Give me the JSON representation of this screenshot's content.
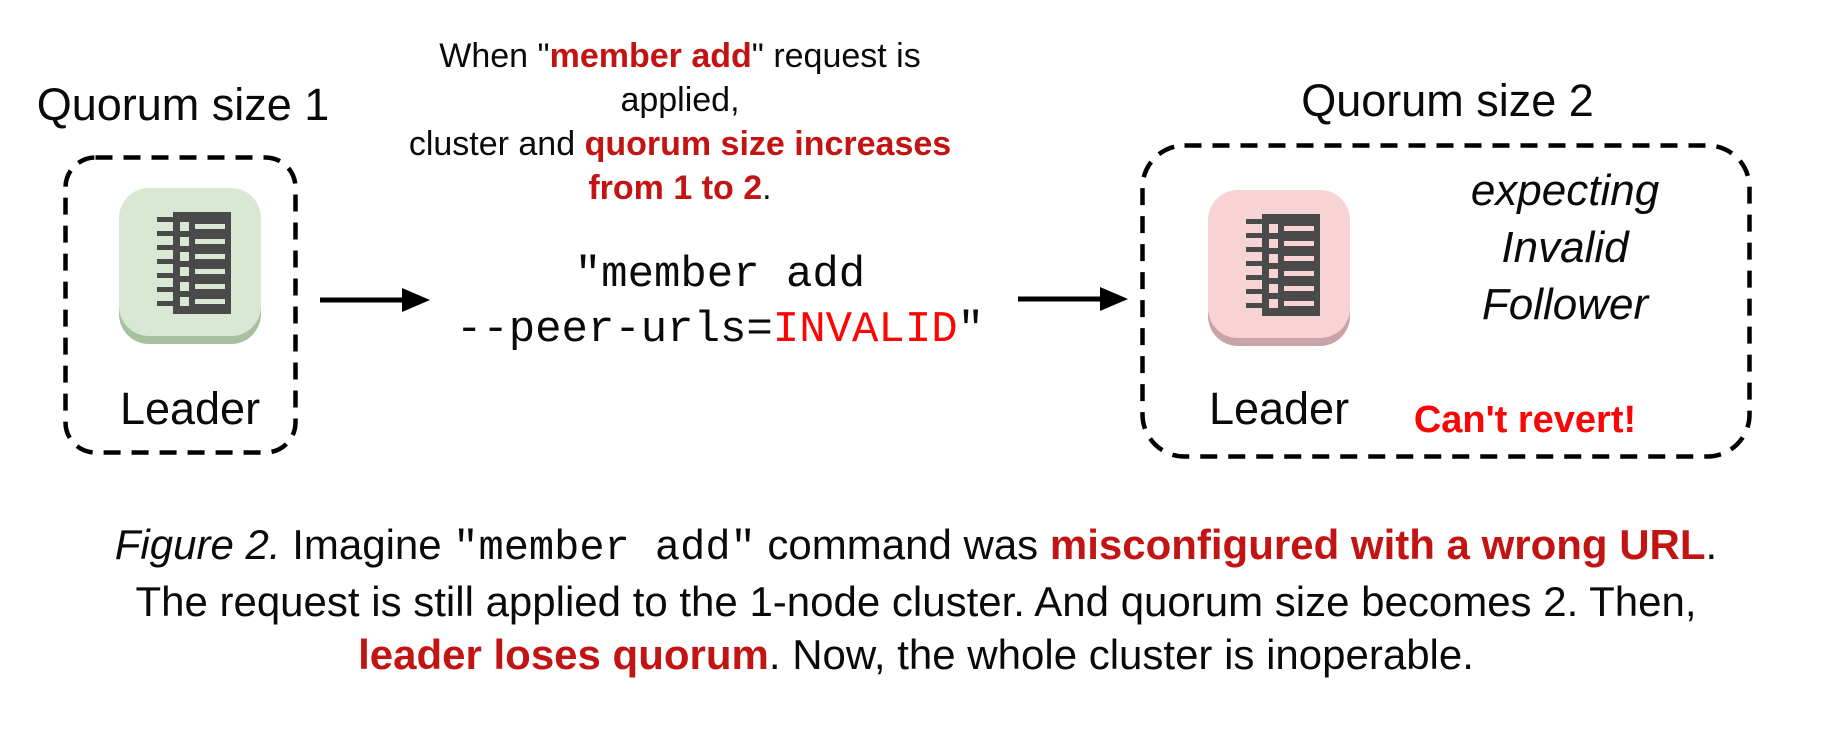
{
  "figure": {
    "colors": {
      "dark_red": "#c31414",
      "bright_red": "#fb0505",
      "node_green_fill": "#d9e8d3",
      "node_green_shadow": "#a7c1a0",
      "node_pink_fill": "#f8d3d3",
      "node_pink_shadow": "#c9a3a8",
      "icon_dark": "#4a4a4a"
    },
    "left_cluster": {
      "title": "Quorum size 1",
      "node_label": "Leader",
      "node_icon": "etcd-member-icon"
    },
    "transition_note": {
      "line1": [
        {
          "text": "When \""
        },
        {
          "text": "member add"
        },
        {
          "text": "\" request is applied,"
        }
      ],
      "line2": [
        {
          "text": "cluster and "
        },
        {
          "text": "quorum size increases"
        }
      ],
      "line3": [
        {
          "text": "from 1 to 2"
        },
        {
          "text": "."
        }
      ]
    },
    "command": {
      "line1": "\"member add",
      "line2": [
        {
          "text": "--peer-urls="
        },
        {
          "text": "INVALID"
        },
        {
          "text": "\""
        }
      ]
    },
    "right_cluster": {
      "title": "Quorum size 2",
      "node_label": "Leader",
      "expecting_lines": [
        "expecting",
        "Invalid",
        "Follower"
      ],
      "warning": "Can't revert!"
    },
    "caption": {
      "line1": [
        {
          "text": "Figure 2."
        },
        {
          "text": " Imagine "
        },
        {
          "text": "\"member add\""
        },
        {
          "text": " command was "
        },
        {
          "text": "misconfigured with a wrong URL"
        },
        {
          "text": "."
        }
      ],
      "line2": [
        {
          "text": "The request is still applied to the 1-node cluster. And quorum size becomes 2. Then,"
        }
      ],
      "line3": [
        {
          "text": "leader loses quorum"
        },
        {
          "text": ". Now, the whole cluster is inoperable."
        }
      ]
    }
  }
}
